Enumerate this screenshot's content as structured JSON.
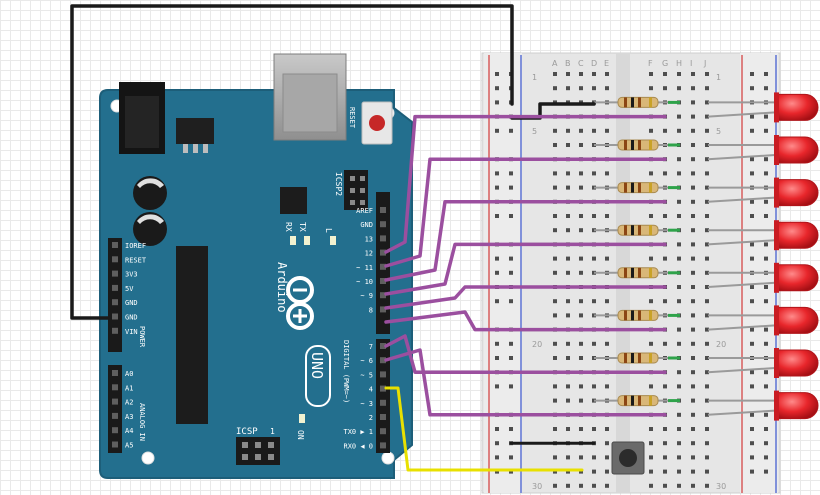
{
  "arduino": {
    "brand": "Arduino",
    "model": "UNO",
    "reset_label": "RESET",
    "icsp2_label": "ICSP2",
    "icsp_label": "ICSP",
    "icsp_pin1": "1",
    "on_label": "ON",
    "tx_label": "TX",
    "rx_label": "RX",
    "l_label": "L",
    "digital_label": "DIGITAL (PWM=~)",
    "power_label": "POWER",
    "analog_label": "ANALOG IN",
    "power_pins": [
      "IOREF",
      "RESET",
      "3V3",
      "5V",
      "GND",
      "GND",
      "VIN"
    ],
    "analog_pins": [
      "A0",
      "A1",
      "A2",
      "A3",
      "A4",
      "A5"
    ],
    "digital_pins_top": [
      "AREF",
      "GND",
      "13",
      "12",
      "~ 11",
      "~ 10",
      "~ 9",
      "8"
    ],
    "digital_pins_bottom": [
      "7",
      "~ 6",
      "~ 5",
      "4",
      "~ 3",
      "2",
      "TX0 ▶ 1",
      "RX0 ◀ 0"
    ]
  },
  "breadboard": {
    "columns_left": [
      "A",
      "B",
      "C",
      "D",
      "E"
    ],
    "columns_right": [
      "F",
      "G",
      "H",
      "I",
      "J"
    ],
    "row_labels": [
      {
        "text": "1",
        "row": 1
      },
      {
        "text": "5",
        "row": 5
      },
      {
        "text": "20",
        "row": 20
      },
      {
        "text": "30",
        "row": 30
      }
    ]
  },
  "colors": {
    "board": "#236f8e",
    "board_edge": "#1d5e79",
    "wire_purple": "#9b4f9f",
    "wire_black": "#1a1a1a",
    "wire_yellow": "#e8e000",
    "led_red": "#e8262b",
    "rail_red": "#d33a3a",
    "rail_blue": "#3a55cf"
  },
  "leds": 8,
  "resistors": 8,
  "components": {
    "pushbutton": 1
  }
}
